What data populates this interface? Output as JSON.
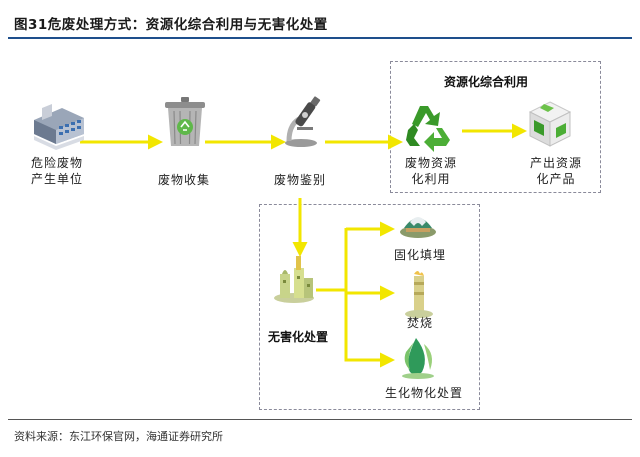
{
  "figure": {
    "title": "图31危废处理方式：资源化综合利用与无害化处置",
    "source": "资料来源：东江环保官网，海通证券研究所"
  },
  "groups": {
    "resource": "资源化综合利用",
    "harmless": "无害化处置"
  },
  "nodes": {
    "generator": [
      "危险废物",
      "产生单位"
    ],
    "collection": "废物收集",
    "identification": "废物鉴别",
    "resource_use": [
      "废物资源",
      "化利用"
    ],
    "resource_product": [
      "产出资源",
      "化产品"
    ],
    "solidify": "固化填埋",
    "incinerate": "焚烧",
    "biochem": "生化物化处置"
  },
  "colors": {
    "arrow": "#f2e600",
    "rule": "#1e4f8c",
    "recycle_green": "#3a9a2a",
    "box_border": "#8a8a9a"
  },
  "icons": [
    "factory-icon",
    "waste-bin-icon",
    "microscope-icon",
    "recycle-icon",
    "cube-products-icon",
    "treatment-plant-icon",
    "landfill-icon",
    "incinerator-icon",
    "leaf-drop-icon"
  ]
}
